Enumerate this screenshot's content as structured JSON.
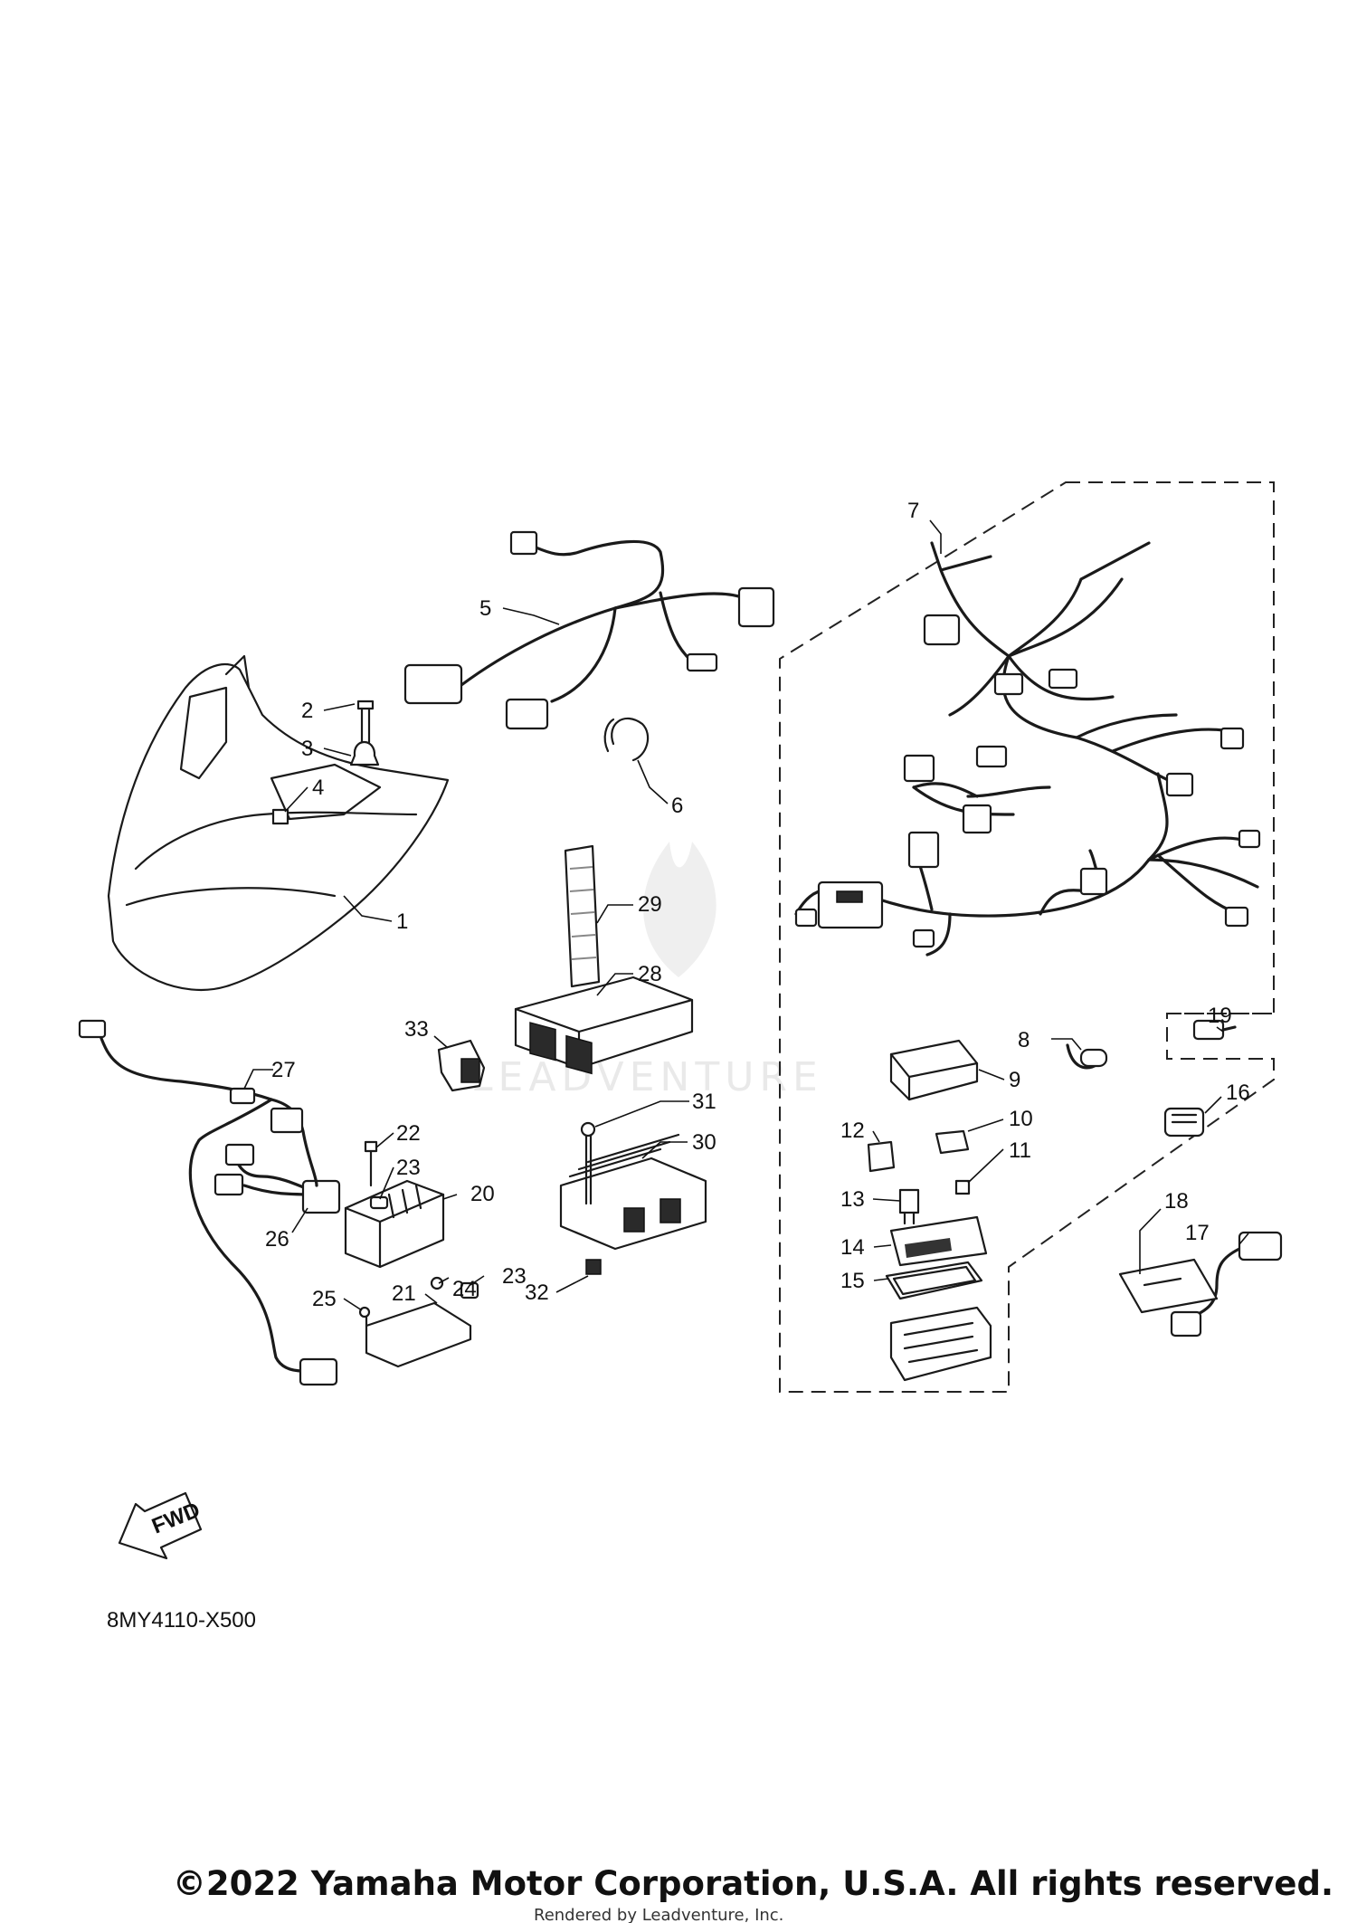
{
  "callouts": [
    {
      "num": "1"
    },
    {
      "num": "2"
    },
    {
      "num": "3"
    },
    {
      "num": "4"
    },
    {
      "num": "5"
    },
    {
      "num": "6"
    },
    {
      "num": "7"
    },
    {
      "num": "8"
    },
    {
      "num": "9"
    },
    {
      "num": "10"
    },
    {
      "num": "11"
    },
    {
      "num": "12"
    },
    {
      "num": "13"
    },
    {
      "num": "14"
    },
    {
      "num": "15"
    },
    {
      "num": "16"
    },
    {
      "num": "17"
    },
    {
      "num": "18"
    },
    {
      "num": "19"
    },
    {
      "num": "20"
    },
    {
      "num": "21"
    },
    {
      "num": "22"
    },
    {
      "num": "23"
    },
    {
      "num": "23"
    },
    {
      "num": "24"
    },
    {
      "num": "25"
    },
    {
      "num": "26"
    },
    {
      "num": "27"
    },
    {
      "num": "28"
    },
    {
      "num": "29"
    },
    {
      "num": "30"
    },
    {
      "num": "31"
    },
    {
      "num": "32"
    },
    {
      "num": "33"
    }
  ],
  "fwd_label": "FWD",
  "diagram_code": "8MY4110-X500",
  "copyright": "©2022 Yamaha Motor Corporation, U.S.A. All rights reserved.",
  "rendered_by": "Rendered by Leadventure, Inc.",
  "watermark": "LEADVENTURE"
}
